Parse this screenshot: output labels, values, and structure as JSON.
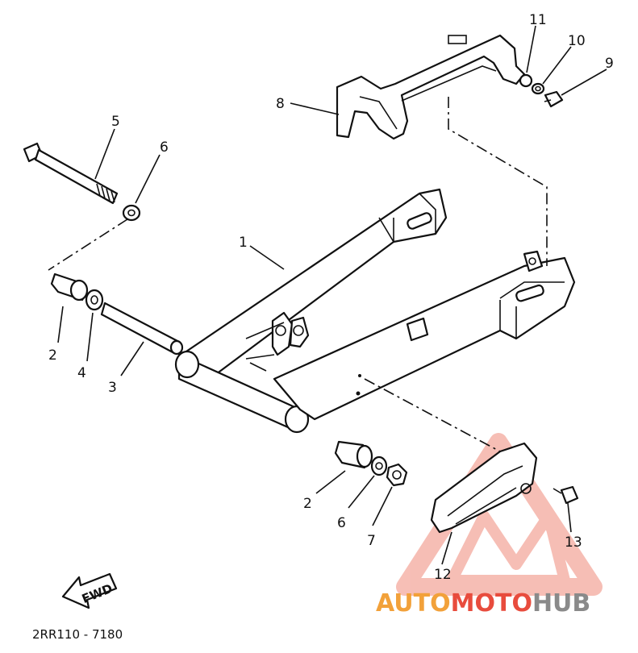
{
  "diagram": {
    "drawing_code": "2RR110 - 7180",
    "fwd_label": "FWD",
    "callouts": [
      {
        "id": "c1",
        "label": "1"
      },
      {
        "id": "c2a",
        "label": "2"
      },
      {
        "id": "c2b",
        "label": "2"
      },
      {
        "id": "c3",
        "label": "3"
      },
      {
        "id": "c4",
        "label": "4"
      },
      {
        "id": "c5",
        "label": "5"
      },
      {
        "id": "c6a",
        "label": "6"
      },
      {
        "id": "c6b",
        "label": "6"
      },
      {
        "id": "c7",
        "label": "7"
      },
      {
        "id": "c8",
        "label": "8"
      },
      {
        "id": "c9",
        "label": "9"
      },
      {
        "id": "c10",
        "label": "10"
      },
      {
        "id": "c11",
        "label": "11"
      },
      {
        "id": "c12",
        "label": "12"
      },
      {
        "id": "c13",
        "label": "13"
      }
    ]
  },
  "watermark": {
    "part1": "AUTO",
    "part2": "MOTO",
    "part3": "HUB",
    "color_orange": "#f2a13a",
    "color_red": "#e84c3d",
    "color_gray": "#8a8a8a"
  }
}
